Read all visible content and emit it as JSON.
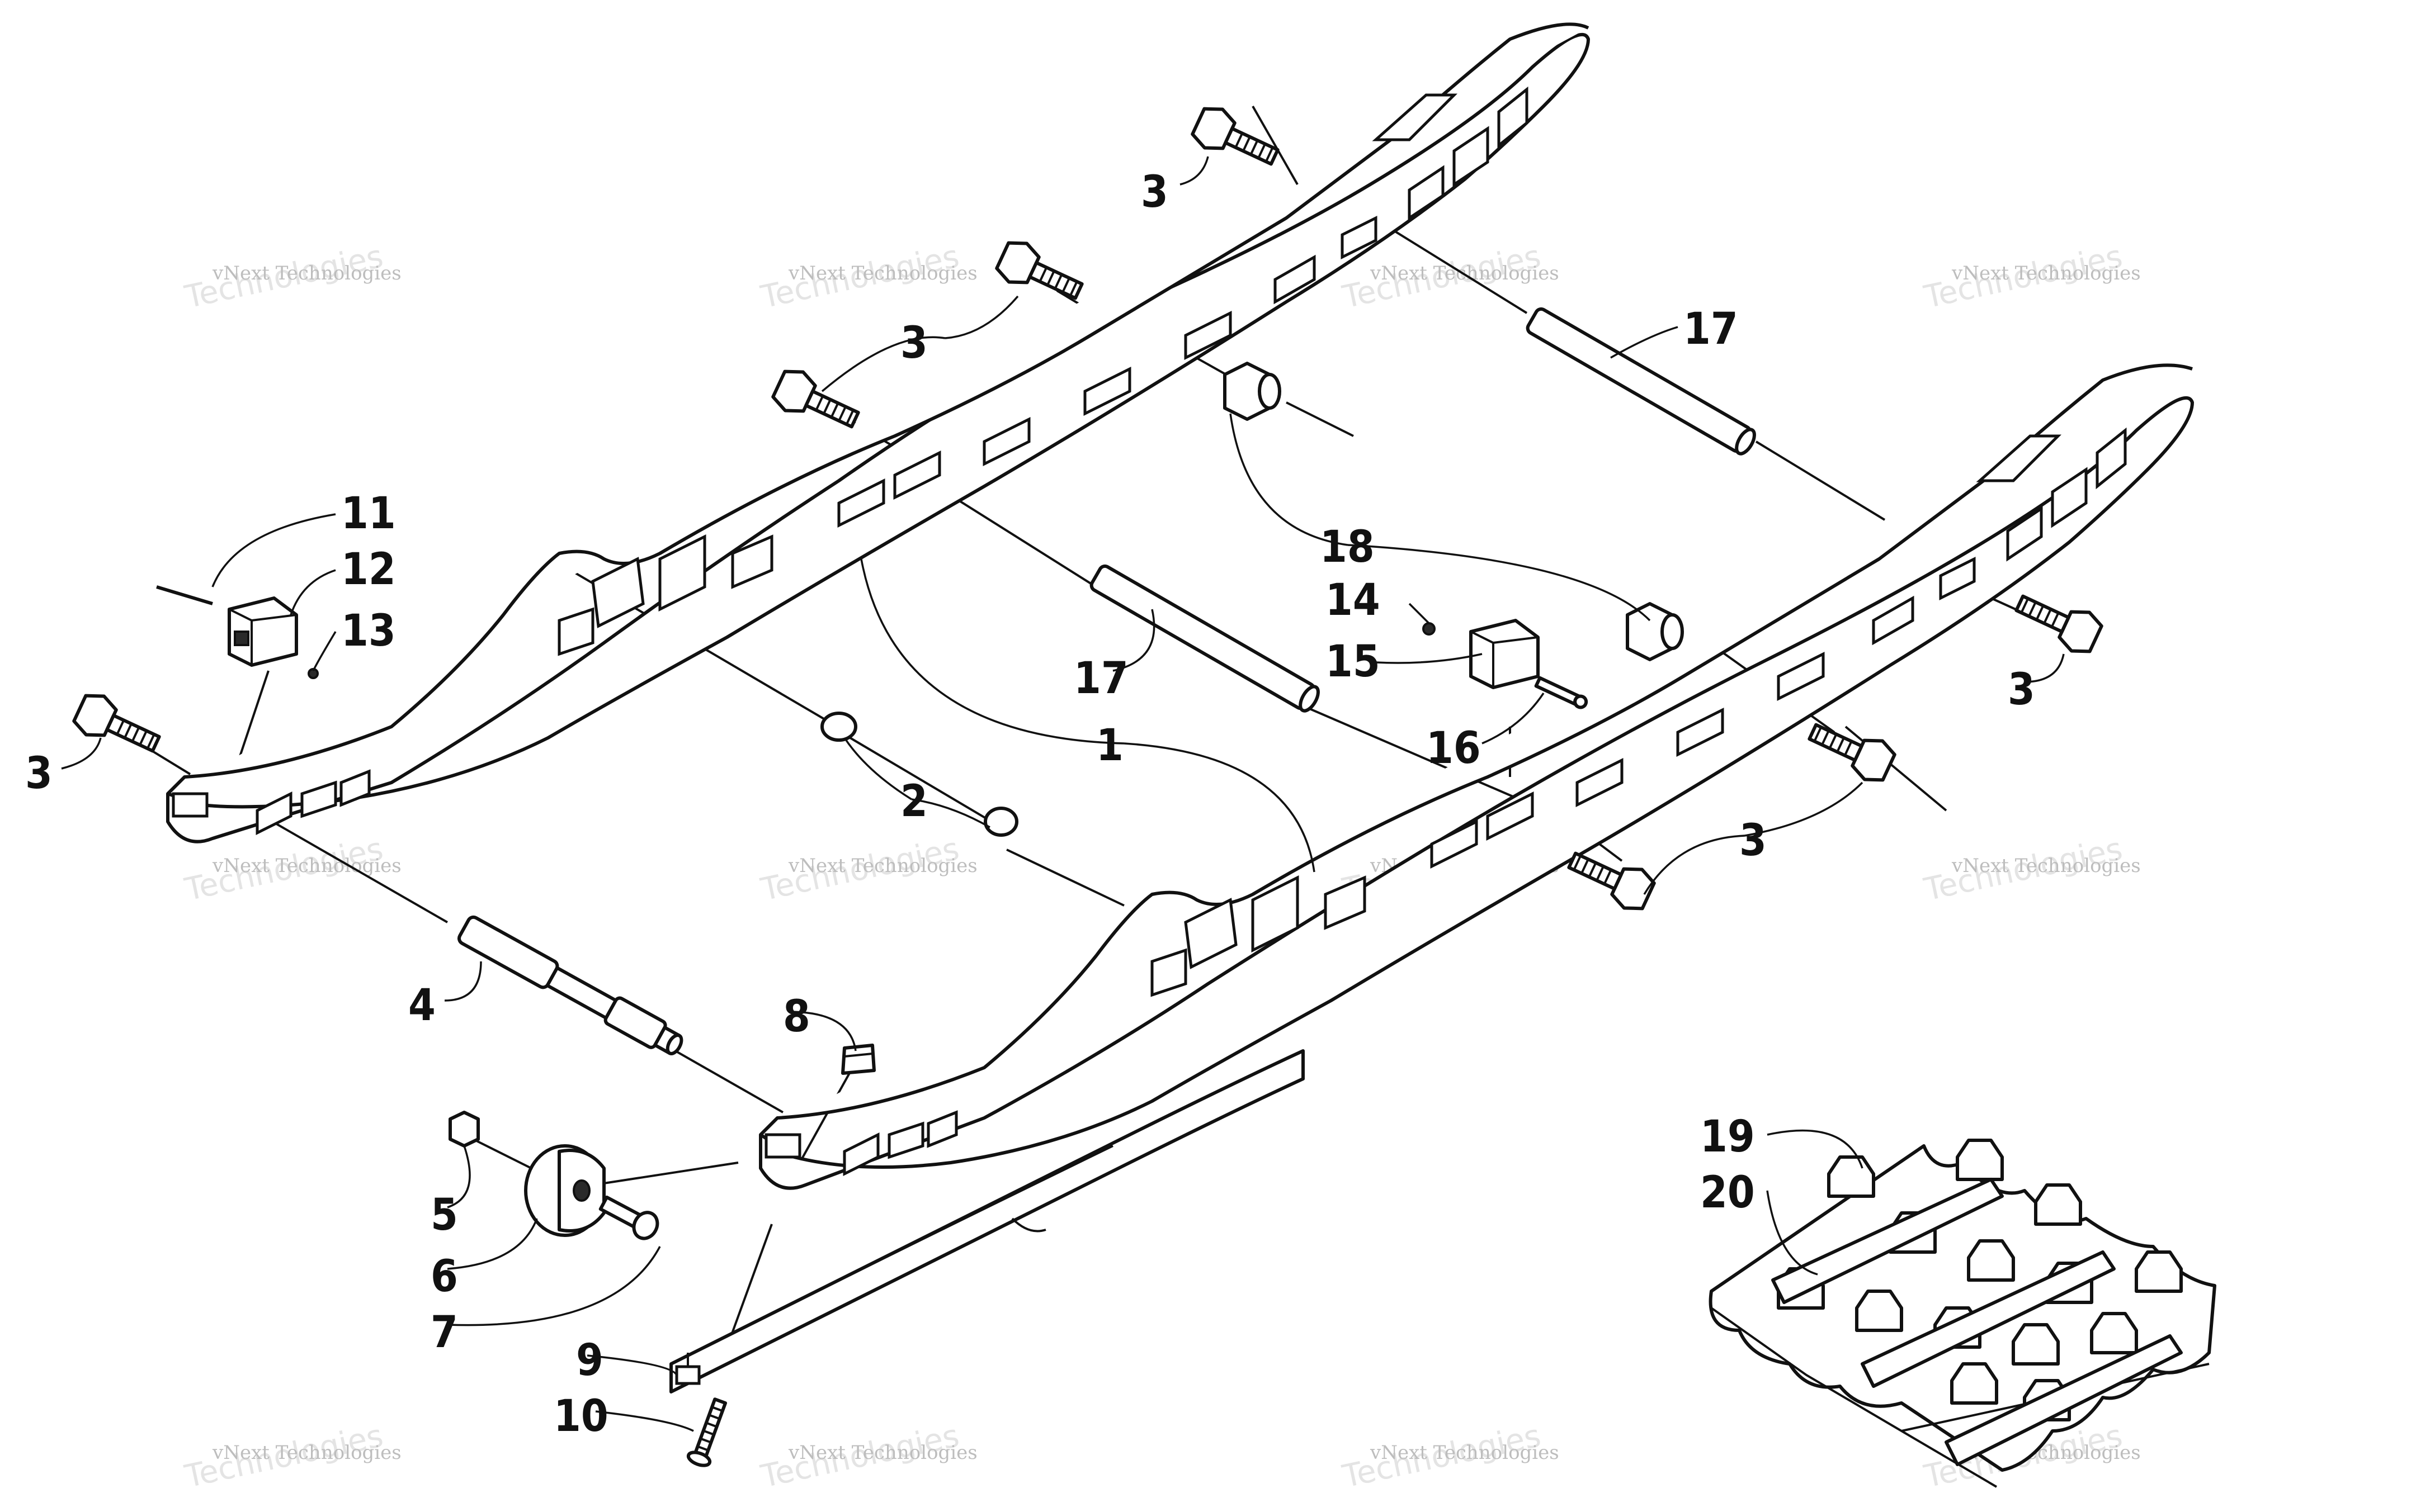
{
  "watermark": {
    "line1": "vNext Technologies",
    "line2": "Technologies"
  },
  "callouts": [
    {
      "id": "1a",
      "label": "1"
    },
    {
      "id": "2a",
      "label": "2"
    },
    {
      "id": "3a",
      "label": "3"
    },
    {
      "id": "3b",
      "label": "3"
    },
    {
      "id": "3c",
      "label": "3"
    },
    {
      "id": "3d",
      "label": "3"
    },
    {
      "id": "3e",
      "label": "3"
    },
    {
      "id": "4a",
      "label": "4"
    },
    {
      "id": "5a",
      "label": "5"
    },
    {
      "id": "6a",
      "label": "6"
    },
    {
      "id": "7a",
      "label": "7"
    },
    {
      "id": "8a",
      "label": "8"
    },
    {
      "id": "9a",
      "label": "9"
    },
    {
      "id": "10a",
      "label": "10"
    },
    {
      "id": "11a",
      "label": "11"
    },
    {
      "id": "12a",
      "label": "12"
    },
    {
      "id": "13a",
      "label": "13"
    },
    {
      "id": "14a",
      "label": "14"
    },
    {
      "id": "15a",
      "label": "15"
    },
    {
      "id": "16a",
      "label": "16"
    },
    {
      "id": "17a",
      "label": "17"
    },
    {
      "id": "17b",
      "label": "17"
    },
    {
      "id": "18a",
      "label": "18"
    },
    {
      "id": "19a",
      "label": "19"
    },
    {
      "id": "20a",
      "label": "20"
    }
  ]
}
